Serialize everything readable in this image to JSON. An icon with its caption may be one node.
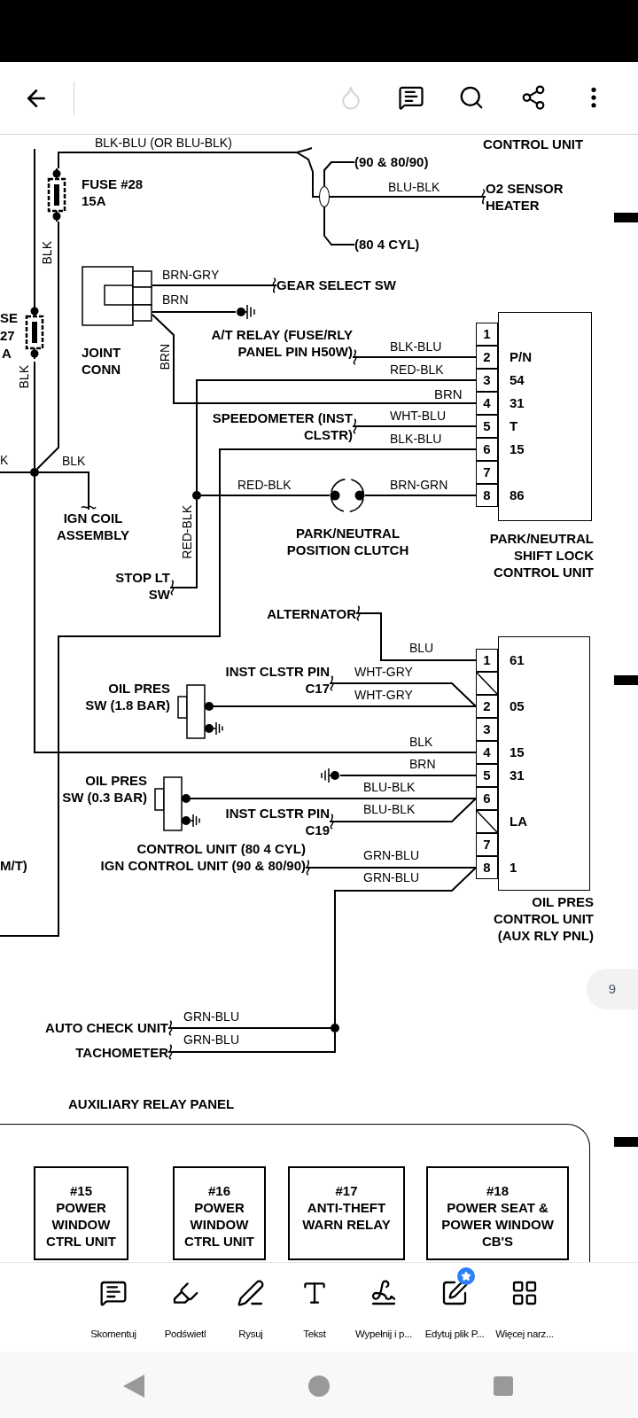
{
  "diagram": {
    "nodes": [
      {
        "text": [
          "FUSE #28 15A"
        ]
      },
      {
        "text": [],
        "shape": "fuse"
      },
      {
        "text": [
          "(90 & 80/90)"
        ]
      },
      {
        "text": [
          "O2 SENSOR HEATER"
        ]
      },
      {
        "text": [
          "(80 4 CYL)"
        ]
      },
      {
        "text": [],
        "shape": "oval"
      },
      {
        "text": [
          "JOINT CONN"
        ]
      },
      {
        "text": [
          "GEAR SELECT SW"
        ]
      },
      {
        "text": [],
        "shape": "ground"
      },
      {
        "text": [
          "A/T RELAY (FUSE/RLY PANEL PIN H50W)"
        ]
      },
      {
        "text": [
          "P/N",
          "54",
          "31",
          "T",
          "15",
          "86",
          "PARK/NEUTRAL SHIFT LOCK CONTROL UNIT"
        ]
      },
      {
        "text": [
          "1"
        ]
      },
      {
        "text": [
          "2"
        ]
      },
      {
        "text": [
          "3"
        ]
      },
      {
        "text": [
          "4"
        ]
      },
      {
        "text": [
          "5"
        ]
      },
      {
        "text": [
          "6"
        ]
      },
      {
        "text": [
          "7"
        ]
      },
      {
        "text": [
          "8"
        ]
      },
      {
        "text": [
          "SPEEDOMETER (INST CLSTR)"
        ]
      },
      {
        "text": [],
        "shape": "dot"
      },
      {
        "text": [
          "IGN COIL ASSEMBLY"
        ]
      },
      {
        "text": [],
        "shape": "dot"
      },
      {
        "text": [
          "STOP LT SW"
        ]
      },
      {
        "text": [],
        "shape": "circle",
        "beside": [
          "PARK/NEUTRAL POSITION CLUTCH"
        ]
      },
      {
        "text": [
          "ALTERNATOR"
        ]
      },
      {
        "text": [
          "INST CLSTR PIN C17"
        ]
      },
      {
        "text": [
          "OIL PRES SW (1.8 BAR)"
        ]
      },
      {
        "text": [],
        "shape": "ground"
      },
      {
        "text": [
          "OIL PRES SW (0.3 BAR)"
        ]
      },
      {
        "text": [
          "INST CLSTR PIN C19"
        ]
      },
      {
        "text": [
          "CONTROL UNIT (80 4 CYL)",
          "IGN CONTROL UNIT (90 & 80/90)"
        ]
      },
      {
        "text": [
          "61",
          "05",
          "15",
          "31",
          "LA",
          "1",
          "OIL PRES CONTROL UNIT (AUX RLY PNL)"
        ]
      },
      {
        "text": [
          "1"
        ]
      },
      {
        "text": [
          "2"
        ]
      },
      {
        "text": [
          "3"
        ]
      },
      {
        "text": [
          "4"
        ]
      },
      {
        "text": [
          "5"
        ]
      },
      {
        "text": [
          "6"
        ]
      },
      {
        "text": [
          "7"
        ]
      },
      {
        "text": [
          "8"
        ]
      },
      {
        "text": [],
        "shape": "dot"
      },
      {
        "text": [
          "AUTO CHECK UNIT"
        ]
      },
      {
        "text": [
          "TACHOMETER"
        ]
      },
      {
        "text": [
          "AUXILIARY RELAY PANEL"
        ]
      },
      {
        "text": [
          "#15",
          "POWER WINDOW CTRL UNIT"
        ],
        "in": 44
      },
      {
        "text": [
          "#16",
          "POWER WINDOW CTRL UNIT"
        ],
        "in": 44
      },
      {
        "text": [
          "#17",
          "ANTI-THEFT WARN RELAY"
        ],
        "in": 44
      },
      {
        "text": [
          "#18",
          "POWER SEAT & POWER WINDOW CB'S"
        ],
        "in": 44
      }
    ],
    "edges": [
      {
        "from": 0,
        "to": null,
        "arrow": "none",
        "label": "BLK-BLU (OR BLU-BLK)"
      },
      {
        "from": 0,
        "to": 3,
        "arrow": "other",
        "label": "BLU-BLK"
      },
      {
        "from": 5,
        "to": 2,
        "arrow": "none"
      },
      {
        "from": 5,
        "to": 4,
        "arrow": "none"
      },
      {
        "from": null,
        "to": 1,
        "arrow": "none"
      },
      {
        "from": 1,
        "to": 20,
        "arrow": "none",
        "label": "BLK"
      },
      {
        "from": 0,
        "to": 20,
        "arrow": "none",
        "label": "BLK"
      },
      {
        "from": 6,
        "to": 7,
        "arrow": "other",
        "label": "BRN-GRY"
      },
      {
        "from": 6,
        "to": 8,
        "arrow": "none",
        "label": "BRN"
      },
      {
        "from": 6,
        "to": 14,
        "arrow": "none",
        "label": "BRN"
      },
      {
        "from": 12,
        "to": 9,
        "arrow": "other",
        "label": "BLK-BLU"
      },
      {
        "from": 22,
        "to": 13,
        "arrow": "none",
        "label": "RED-BLK"
      },
      {
        "from": 15,
        "to": 19,
        "arrow": "other",
        "label": "WHT-BLU"
      },
      {
        "from": 16,
        "to": null,
        "arrow": "none",
        "label": "BLK-BLU"
      },
      {
        "from": 22,
        "to": 24,
        "arrow": "none",
        "label": "RED-BLK"
      },
      {
        "from": 24,
        "to": 18,
        "arrow": "none",
        "label": "BRN-GRN"
      },
      {
        "from": 22,
        "to": 23,
        "arrow": "other",
        "label": "RED-BLK"
      },
      {
        "from": null,
        "to": 20,
        "arrow": "none",
        "label": "K"
      },
      {
        "from": 20,
        "to": 21,
        "arrow": "other",
        "label": "BLK"
      },
      {
        "from": 20,
        "to": 36,
        "arrow": "none",
        "label": "BLK"
      },
      {
        "from": 33,
        "to": 25,
        "arrow": "other",
        "label": "BLU"
      },
      {
        "from": 34,
        "to": 26,
        "arrow": "other",
        "label": "WHT-GRY"
      },
      {
        "from": 27,
        "to": 34,
        "arrow": "none",
        "label": "WHT-GRY"
      },
      {
        "from": 28,
        "to": 37,
        "arrow": "none",
        "label": "BRN"
      },
      {
        "from": 29,
        "to": 38,
        "arrow": "none",
        "label": "BLU-BLK"
      },
      {
        "from": 38,
        "to": 30,
        "arrow": "other",
        "label": "BLU-BLK"
      },
      {
        "from": 40,
        "to": 31,
        "arrow": "other",
        "label": "GRN-BLU"
      },
      {
        "from": 40,
        "to": 41,
        "arrow": "none",
        "label": "GRN-BLU"
      },
      {
        "from": 41,
        "to": 42,
        "arrow": "other",
        "label": "GRN-BLU"
      },
      {
        "from": 41,
        "to": 43,
        "arrow": "other",
        "label": "GRN-BLU"
      }
    ],
    "labels": [
      "CONTROL UNIT",
      "SE",
      "27",
      "A",
      "BRN",
      "M/T)",
      "9",
      "Skomentuj",
      "Podświetl",
      "Rysuj",
      "Tekst",
      "Wypełnij i p...",
      "Edytuj plik P...",
      "Więcej narz..."
    ]
  }
}
